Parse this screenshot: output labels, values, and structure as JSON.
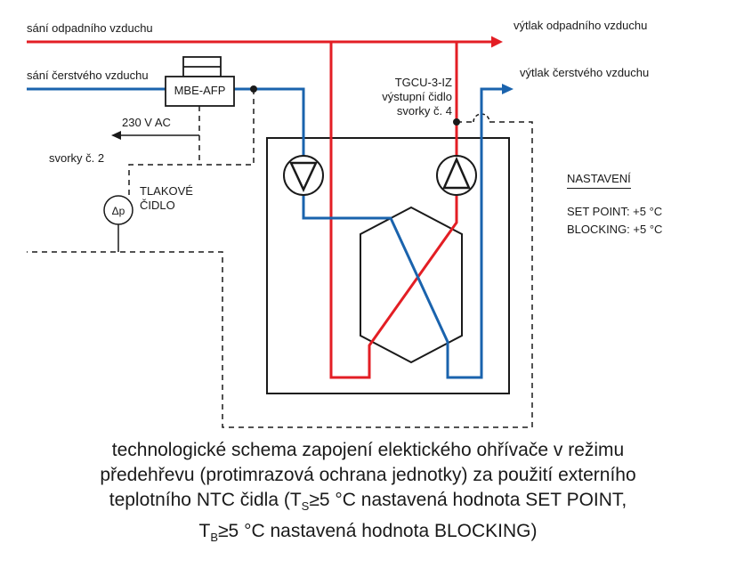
{
  "colors": {
    "duct_red": "#e31e24",
    "duct_blue": "#1a63ad",
    "line_black": "#1a1a1a"
  },
  "labels": {
    "intake_exhaust": "sání odpadního vzduchu",
    "intake_fresh": "sání čerstvého vzduchu",
    "discharge_exhaust": "výtlak odpadního vzduchu",
    "discharge_fresh": "výtlak čerstvého vzduchu",
    "preheater": "MBE-AFP",
    "power_supply": "230 V AC",
    "terminals_2": "svorky č. 2",
    "pressure_sensor_name_line1": "TLAKOVÉ",
    "pressure_sensor_name_line2": "ČIDLO",
    "pressure_sensor_symbol": "Δp",
    "output_sensor_line1": "TGCU-3-IZ",
    "output_sensor_line2": "výstupní čidlo",
    "output_sensor_line3": "svorky č. 4"
  },
  "settings": {
    "title": "NASTAVENÍ",
    "set_point": "SET POINT: +5 °C",
    "blocking": "BLOCKING: +5 °C"
  },
  "caption": {
    "line1": "technologické schema zapojení elektického ohřívače v režimu",
    "line2": "předehřevu (protimrazová ochrana jednotky) za použití externího",
    "line3_pre": "teplotního NTC čidla (T",
    "line3_sub": "S",
    "line3_mid": "≥5 °C nastavená hodnota SET POINT,",
    "line4_pre": "T",
    "line4_sub": "B",
    "line4_mid": "≥5 °C nastavená hodnota BLOCKING)"
  }
}
